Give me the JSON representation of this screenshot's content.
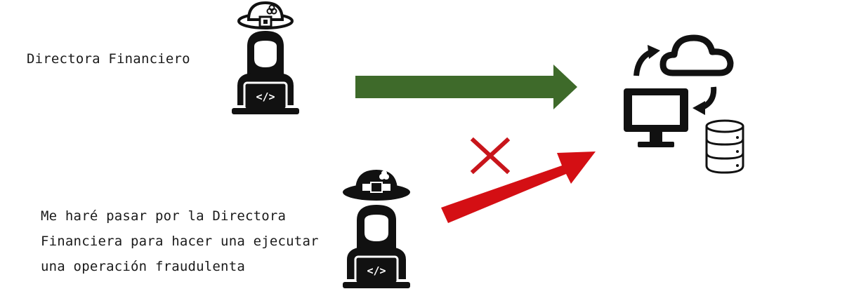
{
  "legit_user": {
    "label": "Directora Financiero",
    "hat_color": "#ffffff",
    "laptop_glyph": "</>"
  },
  "attacker": {
    "lines": [
      "Me haré pasar por la Directora",
      "Financiera para hacer una ejecutar",
      "una operación fraudulenta"
    ],
    "hat_color": "#000000",
    "laptop_glyph": "</>"
  },
  "arrows": {
    "legit_color": "#3e6a2a",
    "fraud_color": "#d40f14",
    "blocked_mark_color": "#c8151b"
  },
  "icons": {
    "legit_user": "person-laptop-white-hat-icon",
    "attacker": "person-laptop-black-hat-icon",
    "system": "computer-cloud-database-icon",
    "blocked": "cross-mark-icon"
  }
}
